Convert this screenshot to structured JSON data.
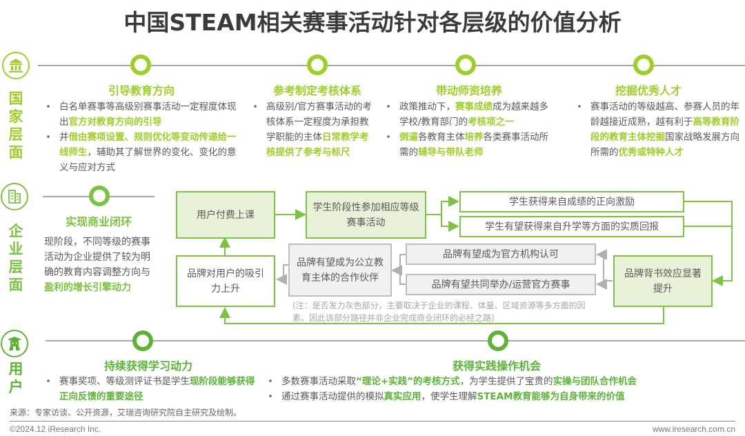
{
  "title": "中国STEAM相关赛事活动针对各层级的价值分析",
  "colors": {
    "national": "#9fcd2a",
    "enterprise": "#7dc242",
    "user": "#5db33a",
    "gray_box": "#bdbdbd"
  },
  "national": {
    "label": "国家层面",
    "label_chars": [
      "国",
      "家",
      "层",
      "面"
    ],
    "icon": "government-building-icon",
    "columns": [
      {
        "title": "引导教育方向",
        "bullets": [
          [
            {
              "t": "白名单赛事等高级别赛事活动一定程度体现出"
            },
            {
              "t": "官方对教育方向的引导",
              "hl": true
            }
          ],
          [
            {
              "t": "并"
            },
            {
              "t": "借由赛项设置、规则优化等变动传递给一线师生",
              "hl": true
            },
            {
              "t": "，辅助其了解世界的变化、变化的意义与应对方式"
            }
          ]
        ]
      },
      {
        "title": "参考制定考核体系",
        "bullets": [
          [
            {
              "t": "高级别/官方赛事活动的考核体系一定程度为承担教学职能的主体"
            },
            {
              "t": "日常教学考核提供了参考与标尺",
              "hl": true
            }
          ]
        ]
      },
      {
        "title": "带动师资培养",
        "bullets": [
          [
            {
              "t": "政策推动下，"
            },
            {
              "t": "赛事成绩",
              "hl": true
            },
            {
              "t": "成为越来越多学校/教育部门的"
            },
            {
              "t": "考核项之一",
              "hl": true
            }
          ],
          [
            {
              "t": "倒逼",
              "hl": true
            },
            {
              "t": "各教育主体"
            },
            {
              "t": "培养",
              "hl": true
            },
            {
              "t": "各类赛事活动所需的"
            },
            {
              "t": "辅导与带队老师",
              "hl": true
            }
          ]
        ]
      },
      {
        "title": "挖掘优秀人才",
        "bullets": [
          [
            {
              "t": "赛事活动的等级越高、参赛人员的年龄越接近成熟，越有利于"
            },
            {
              "t": "高等教育阶段的教育主体挖掘",
              "hl": true
            },
            {
              "t": "国家战略发展方向所需的"
            },
            {
              "t": "优秀或特种人才",
              "hl": true
            }
          ]
        ]
      }
    ]
  },
  "enterprise": {
    "label": "企业层面",
    "label_chars": [
      "企",
      "业",
      "层",
      "面"
    ],
    "icon": "office-building-icon",
    "title": "实现商业闭环",
    "body": [
      {
        "t": "现阶段，不同等级的赛事活动为企业提供了较为明确的教育内容调整方向与"
      },
      {
        "t": "盈利的增长引擎动力",
        "hl": true
      }
    ],
    "flow": {
      "user_pays": "用户付费上课",
      "student_participates": "学生阶段性参加相应等级赛事活动",
      "positive_incentive": "学生获得来自成绩的正向激励",
      "admission_return": "学生有望获得来自升学等方面的实质回报",
      "brand_endorsement": "品牌背书效应显著提升",
      "official_recognition": "品牌有望成为官方机构认可",
      "co_host_events": "品牌有望共同举办/运营官方赛事",
      "public_partner": "品牌有望成为公立教育主体的合作伙伴",
      "brand_attraction": "品牌对用户的吸引力上升",
      "note": "(注：是否发力灰色部分，主要取决于企业的课程、体量、区域资源等多方面的因素。因此该部分路径并非企业完成商业闭环的必经之路)"
    }
  },
  "user": {
    "label": "用户",
    "label_chars": [
      "用",
      "户"
    ],
    "icon": "student-graduate-icon",
    "columns": [
      {
        "title": "持续获得学习动力",
        "bullets": [
          [
            {
              "t": "赛事奖项、等级测评证书是学生"
            },
            {
              "t": "现阶段能够获得正向反馈的重要途径",
              "hl": true
            }
          ]
        ]
      },
      {
        "title": "获得实践操作机会",
        "bullets": [
          [
            {
              "t": "多数赛事活动采取"
            },
            {
              "t": "“理论+实践”的考核方式",
              "hl": true
            },
            {
              "t": "，为学生提供了宝贵的"
            },
            {
              "t": "实操与团队合作机会",
              "hl": true
            }
          ],
          [
            {
              "t": "通过赛事活动提供的模拟"
            },
            {
              "t": "真实应用",
              "hl": true
            },
            {
              "t": "，使学生理解"
            },
            {
              "t": "STEAM教育能够为自身带来的价值",
              "hl": true
            }
          ]
        ]
      }
    ]
  },
  "source": "来源：专家访谈、公开资源，艾瑞咨询研究院自主研究及绘制。",
  "footer": {
    "copyright": "©2024.12 iResearch Inc.",
    "website": "www.iresearch.com.cn"
  }
}
